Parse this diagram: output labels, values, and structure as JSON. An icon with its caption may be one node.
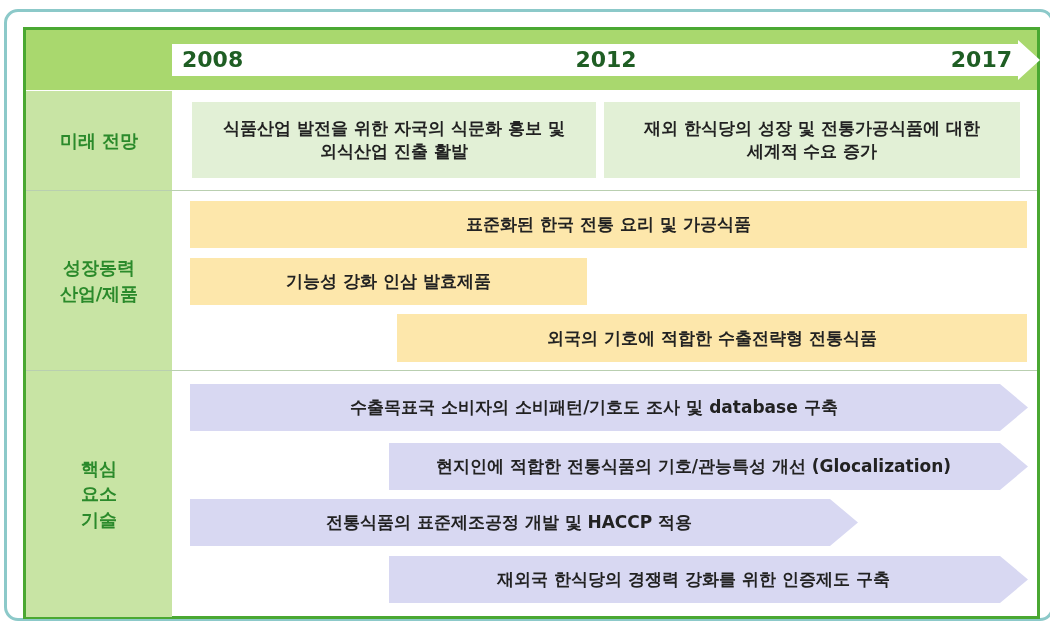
{
  "diagram": {
    "nodes": [
      {
        "text": [
          "2008",
          "2012",
          "2017"
        ]
      },
      {
        "text": [
          "미래 전망"
        ]
      },
      {
        "text": [
          "식품산업 발전을 위한 자국의 식문화 홍보 및 외식산업 진출 활발"
        ]
      },
      {
        "text": [
          "재외 한식당의 성장 및 전통가공식품에 대한 세계적 수요 증가"
        ]
      },
      {
        "text": [
          "성장동력 산업/제품"
        ]
      },
      {
        "text": [
          "표준화된 한국 전통 요리 및 가공식품"
        ]
      },
      {
        "text": [
          "기능성 강화 인삼 발효제품"
        ]
      },
      {
        "text": [
          "외국의 기호에 적합한 수출전략형 전통식품"
        ]
      },
      {
        "text": [
          "핵심 요소 기술"
        ]
      },
      {
        "text": [
          "수출목표국 소비자의 소비패턴/기호도 조사 및 database 구축"
        ]
      },
      {
        "text": [
          "현지인에 적합한 전통식품의 기호/관능특성 개선 (Glocalization)"
        ]
      },
      {
        "text": [
          "전통식품의 표준제조공정 개발 및 HACCP 적용"
        ]
      },
      {
        "text": [
          "재외국 한식당의 경쟁력 강화를 위한 인증제도 구축"
        ]
      }
    ],
    "edges": []
  }
}
